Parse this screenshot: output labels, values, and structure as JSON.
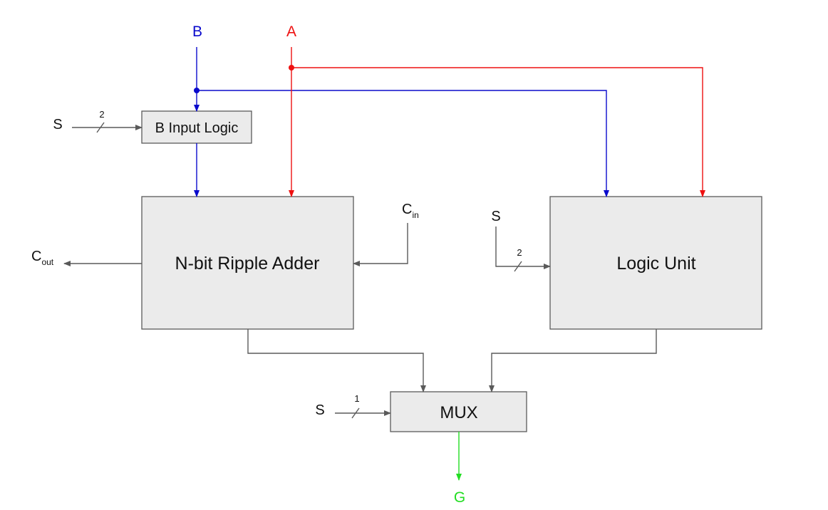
{
  "blocks": {
    "b_input_logic": "B Input Logic",
    "adder": "N-bit Ripple Adder",
    "logic_unit": "Logic Unit",
    "mux": "MUX"
  },
  "signals": {
    "a": "A",
    "b": "B",
    "g": "G",
    "s_b_logic": "S",
    "s_logic_unit": "S",
    "s_mux": "S",
    "cin_main": "C",
    "cin_sub": "in",
    "cout_main": "C",
    "cout_sub": "out"
  },
  "bus_widths": {
    "b_logic_select": "2",
    "logic_unit_select": "2",
    "mux_select": "1"
  },
  "colors": {
    "a_wire": "#ee1111",
    "b_wire": "#0a0acc",
    "g_wire": "#22dd22",
    "control_wire": "#5a5a5a",
    "block_fill": "#ebebeb",
    "block_stroke": "#5a5a5a",
    "text": "#111111"
  }
}
